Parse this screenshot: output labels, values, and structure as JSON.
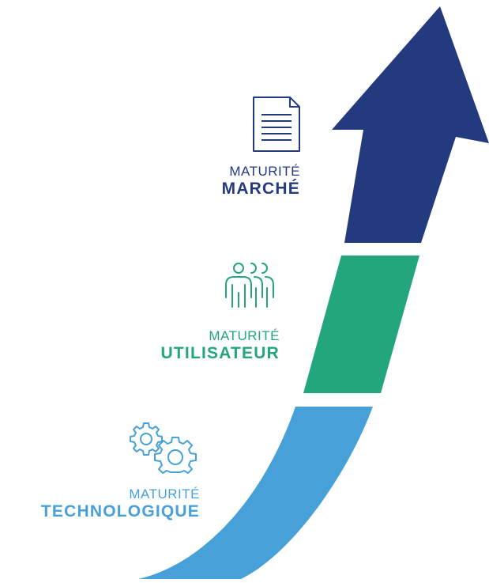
{
  "colors": {
    "market": "#243a7f",
    "user": "#23a57e",
    "tech": "#47a1d8"
  },
  "stages": {
    "market": {
      "sub": "MATURITÉ",
      "main": "MARCHÉ",
      "icon": "document-icon"
    },
    "user": {
      "sub": "MATURITÉ",
      "main": "UTILISATEUR",
      "icon": "users-icon"
    },
    "tech": {
      "sub": "MATURITÉ",
      "main": "TECHNOLOGIQUE",
      "icon": "gears-icon"
    }
  }
}
